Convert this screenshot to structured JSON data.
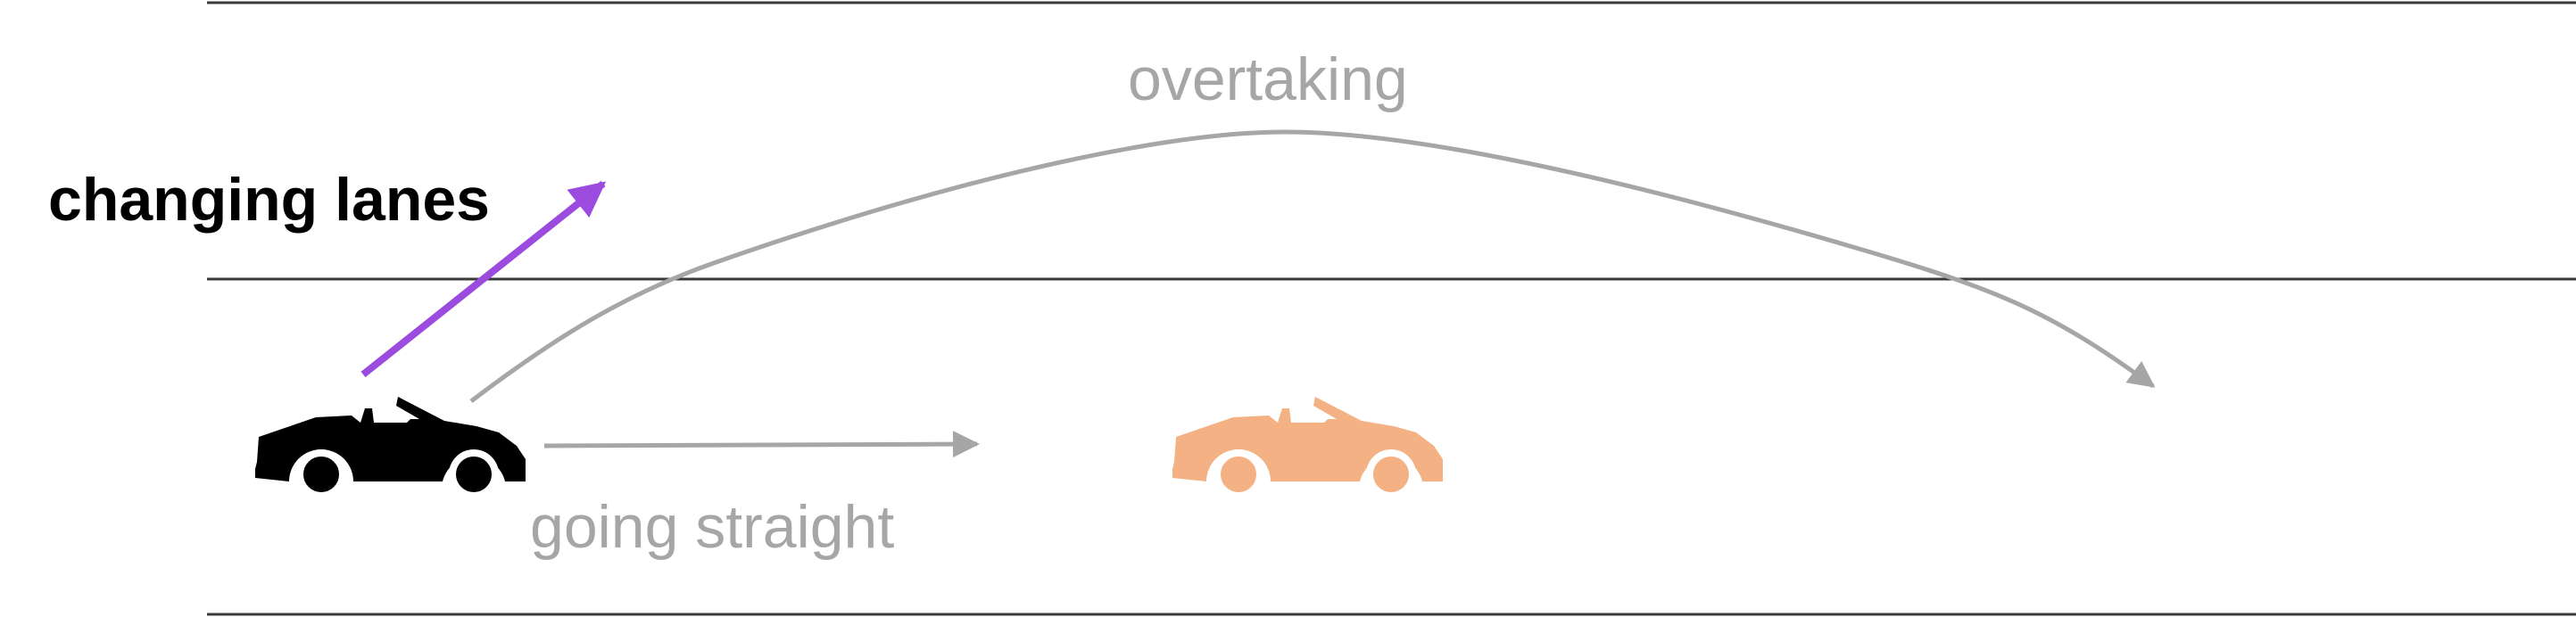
{
  "labels": {
    "changing_lanes": "changing lanes",
    "overtaking": "overtaking",
    "going_straight": "going straight"
  },
  "colors": {
    "background": "#ffffff",
    "lane_line": "#3a3a3a",
    "changing_lanes_arrow": "#9b4bdd",
    "gray_arrow": "#a6a6a6",
    "ego_car": "#000000",
    "other_car": "#f4b183",
    "label_active": "#000000",
    "label_inactive": "#a6a6a6"
  },
  "icons": {
    "ego_vehicle": "convertible-car-icon",
    "other_vehicle": "convertible-car-icon"
  }
}
